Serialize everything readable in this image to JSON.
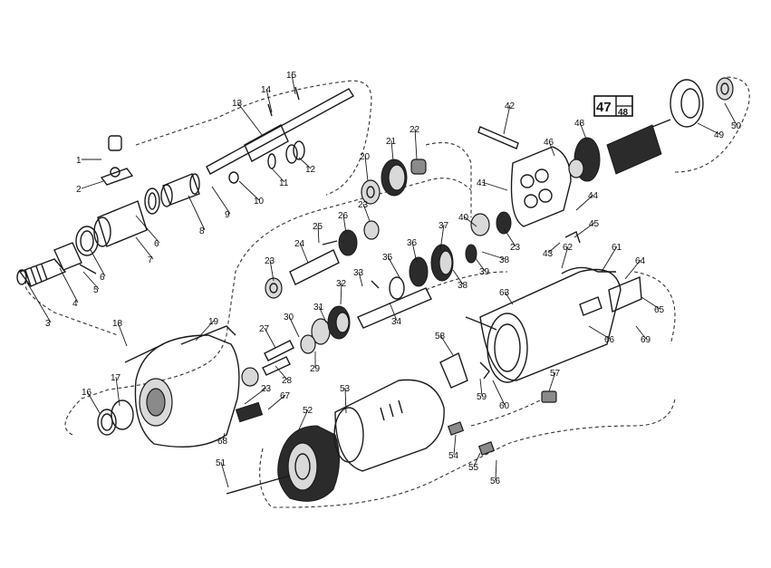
{
  "diagram": {
    "callouts": [
      "1",
      "2",
      "3",
      "4",
      "5",
      "6",
      "6",
      "7",
      "8",
      "9",
      "10",
      "11",
      "12",
      "13",
      "14",
      "15",
      "16",
      "17",
      "18",
      "19",
      "20",
      "21",
      "22",
      "23",
      "23",
      "23",
      "23",
      "24",
      "25",
      "26",
      "27",
      "28",
      "29",
      "30",
      "31",
      "32",
      "33",
      "34",
      "35",
      "36",
      "37",
      "38",
      "38",
      "39",
      "40",
      "41",
      "42",
      "43",
      "44",
      "45",
      "46",
      "48",
      "49",
      "50",
      "51",
      "52",
      "53",
      "54",
      "55",
      "56",
      "57",
      "58",
      "59",
      "60",
      "61",
      "62",
      "63",
      "64",
      "65",
      "66",
      "67",
      "68",
      "69"
    ],
    "badge": {
      "main": "47",
      "sub": "48"
    }
  }
}
